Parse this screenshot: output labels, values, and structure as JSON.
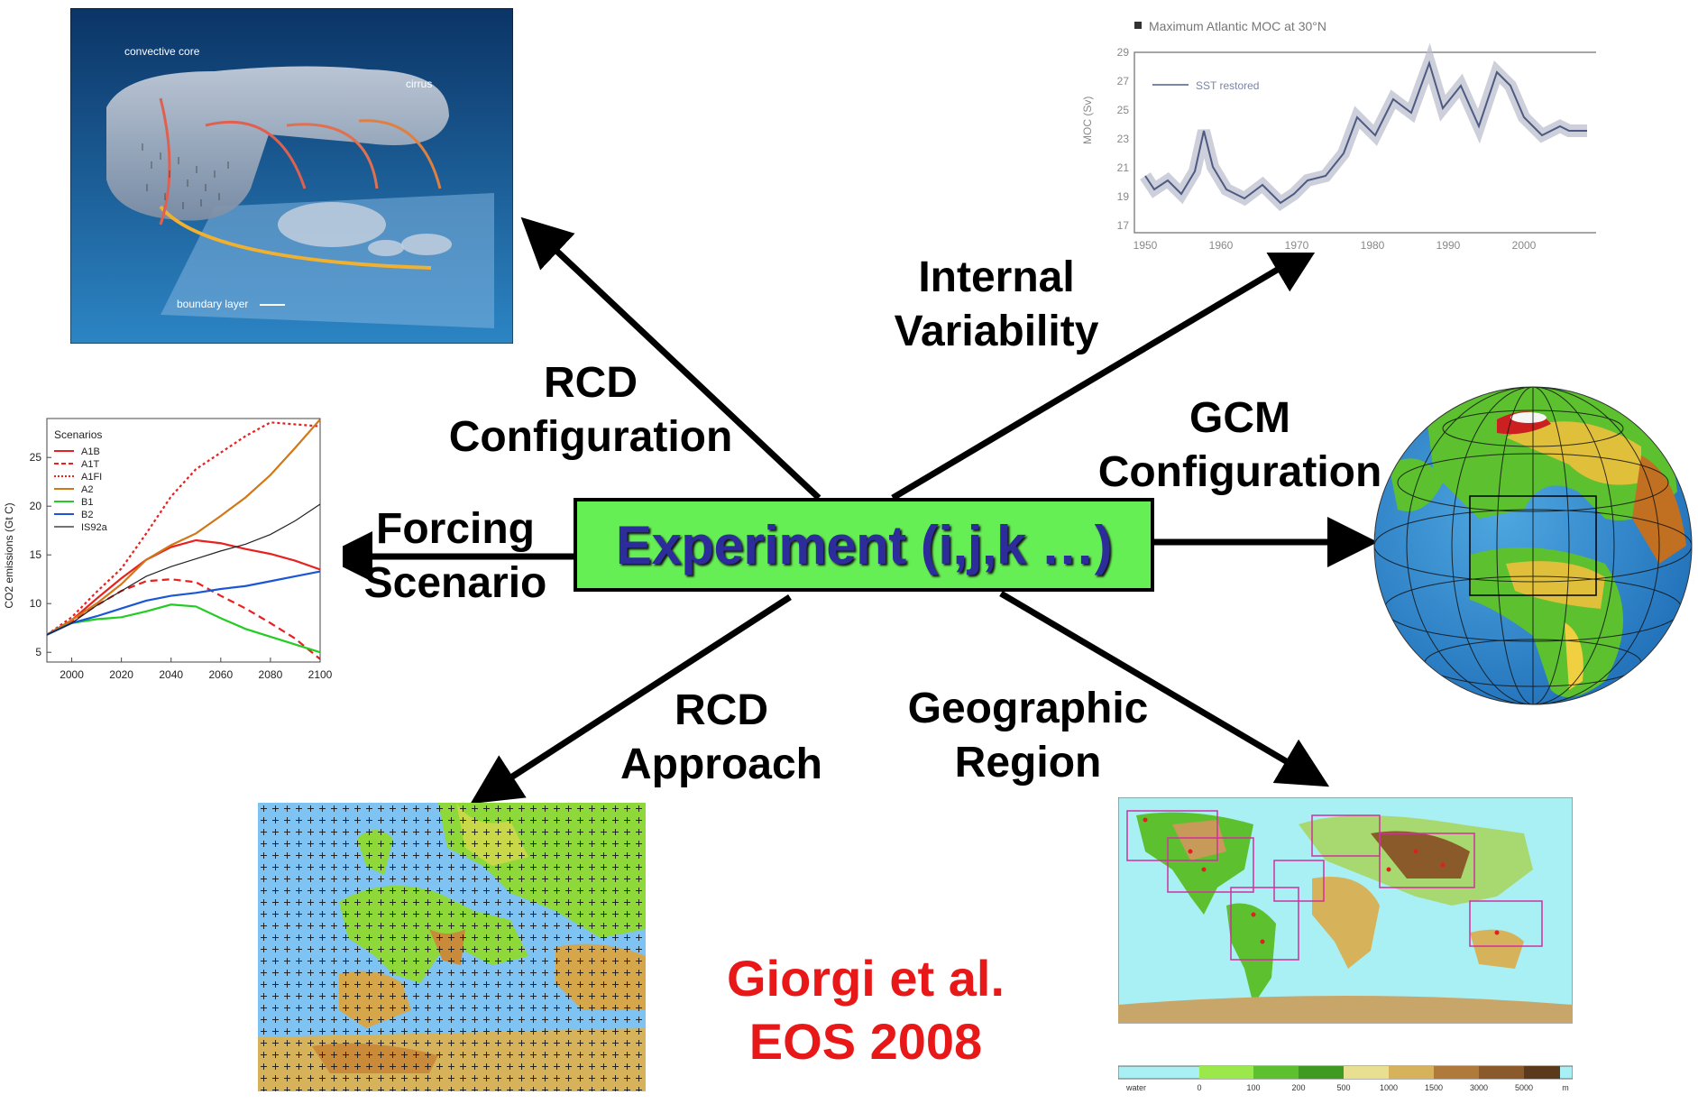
{
  "center": {
    "label": "Experiment (i,j,k …)"
  },
  "labels": {
    "rcd_configuration": [
      "RCD",
      "Configuration"
    ],
    "internal_variability": [
      "Internal",
      "Variability"
    ],
    "gcm_configuration": [
      "GCM",
      "Configuration"
    ],
    "forcing_scenario": [
      "Forcing",
      "Scenario"
    ],
    "rcd_approach": [
      "RCD",
      "Approach"
    ],
    "geographic_region": [
      "Geographic",
      "Region"
    ]
  },
  "citation": [
    "Giorgi et al.",
    "EOS 2008"
  ],
  "cloud_panel": {
    "labels": [
      "convective core",
      "cirrus",
      "boundary layer"
    ],
    "colors": {
      "bg_top": "#0d3a6e",
      "bg_bottom": "#2a7fbf"
    }
  },
  "moc_panel": {
    "title": "Maximum Atlantic MOC at 30°N",
    "legend": "SST restored",
    "ylabel": "MOC (Sv)",
    "yticks": [
      "17",
      "19",
      "21",
      "23",
      "25",
      "27",
      "29"
    ],
    "xticks": [
      "1950",
      "1960",
      "1970",
      "1980",
      "1990",
      "2000"
    ]
  },
  "emissions_panel": {
    "legend_title": "Scenarios",
    "ylabel": "CO2 emissions (Gt C)",
    "yticks": [
      "5",
      "10",
      "15",
      "20",
      "25"
    ],
    "xticks": [
      "2000",
      "2020",
      "2040",
      "2060",
      "2080",
      "2100"
    ]
  },
  "topo_legend": [
    "water",
    "0",
    "100",
    "200",
    "500",
    "1000",
    "1500",
    "3000",
    "5000",
    "m"
  ],
  "chart_data": {
    "type": "line",
    "title": "",
    "xlabel": "",
    "ylabel": "CO2 emissions (Gt C)",
    "xlim": [
      1990,
      2100
    ],
    "ylim": [
      4,
      29
    ],
    "legend_placement": "top-left",
    "x": [
      1990,
      2000,
      2010,
      2020,
      2030,
      2040,
      2050,
      2060,
      2070,
      2080,
      2090,
      2100
    ],
    "series": [
      {
        "name": "A1B",
        "color": "#e82020",
        "dash": "solid",
        "values": [
          6.8,
          8.3,
          10.5,
          12.6,
          14.5,
          15.8,
          16.5,
          16.2,
          15.6,
          15.1,
          14.4,
          13.5
        ]
      },
      {
        "name": "A1T",
        "color": "#e82020",
        "dash": "dashed",
        "values": [
          6.8,
          8.2,
          9.8,
          11.3,
          12.3,
          12.5,
          12.2,
          10.8,
          9.5,
          8.0,
          6.4,
          4.3
        ]
      },
      {
        "name": "A1FI",
        "color": "#e82020",
        "dash": "dotted",
        "values": [
          6.8,
          8.6,
          11.2,
          13.6,
          17.2,
          21.0,
          23.8,
          25.5,
          27.2,
          28.6,
          28.4,
          28.2
        ]
      },
      {
        "name": "A2",
        "color": "#d07818",
        "dash": "solid",
        "values": [
          6.8,
          8.3,
          10.0,
          12.0,
          14.5,
          16.0,
          17.2,
          19.0,
          20.9,
          23.2,
          26.0,
          28.9
        ]
      },
      {
        "name": "B1",
        "color": "#22cc22",
        "dash": "solid",
        "values": [
          6.8,
          8.0,
          8.4,
          8.6,
          9.2,
          9.9,
          9.7,
          8.5,
          7.4,
          6.6,
          5.8,
          5.0
        ]
      },
      {
        "name": "B2",
        "color": "#1a56d6",
        "dash": "solid",
        "values": [
          6.8,
          8.0,
          8.7,
          9.5,
          10.3,
          10.8,
          11.1,
          11.5,
          11.8,
          12.3,
          12.8,
          13.3
        ]
      },
      {
        "name": "IS92a",
        "color": "#222222",
        "dash": "solid",
        "values": [
          6.8,
          8.0,
          9.8,
          11.3,
          12.8,
          13.8,
          14.6,
          15.4,
          16.1,
          17.1,
          18.5,
          20.2
        ]
      }
    ]
  }
}
